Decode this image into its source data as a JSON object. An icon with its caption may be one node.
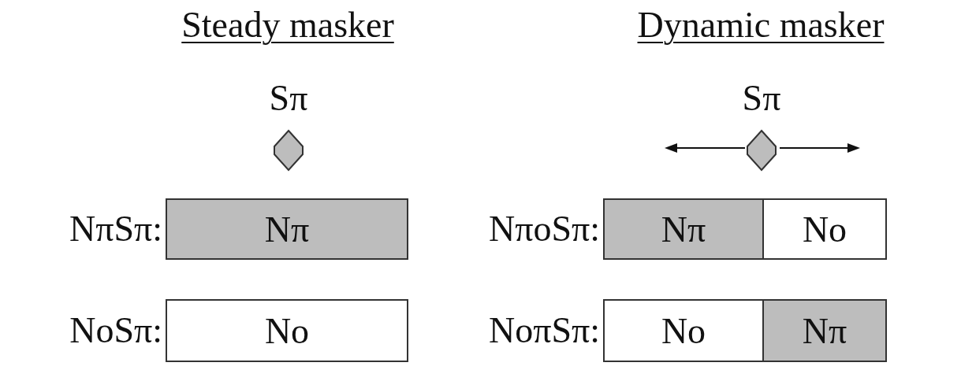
{
  "diagram": {
    "nodes": [
      {
        "text": [
          "Sπ"
        ]
      },
      {
        "text": [
          "Sπ"
        ]
      },
      {
        "text": [
          "Nπ"
        ],
        "beside": [
          "NπSπ:"
        ]
      },
      {
        "text": [
          "No"
        ],
        "beside": [
          "NoSπ:"
        ]
      },
      {
        "text": [
          "Nπ"
        ],
        "beside": [
          "NπoSπ:"
        ]
      },
      {
        "text": [
          "No"
        ]
      },
      {
        "text": [
          "No"
        ],
        "beside": [
          "NoπSπ:"
        ]
      },
      {
        "text": [
          "Nπ"
        ]
      }
    ],
    "labels": [
      "Steady masker",
      "Dynamic masker"
    ]
  }
}
